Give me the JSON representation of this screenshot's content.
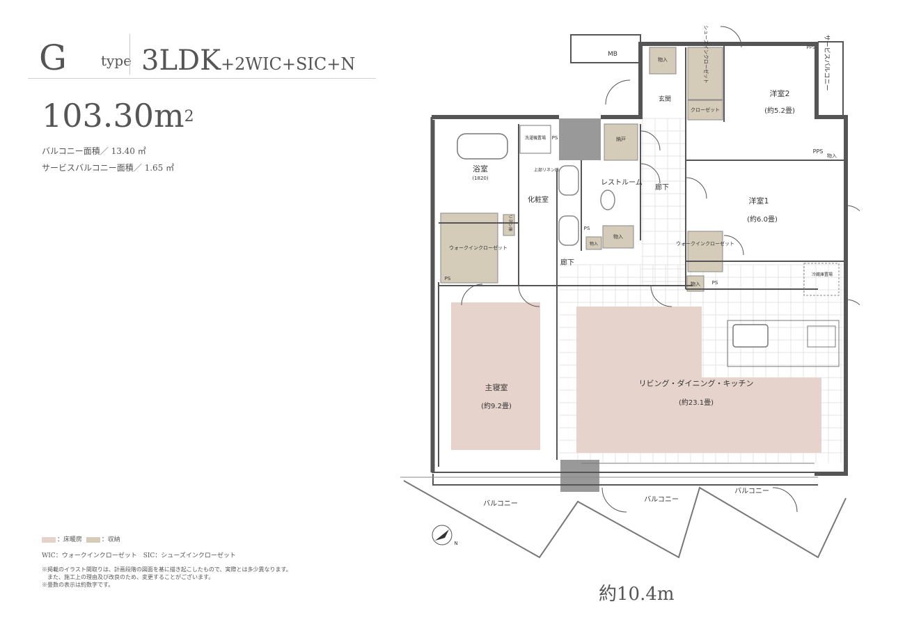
{
  "header": {
    "type_letter": "G",
    "type_word": "type",
    "layout_main": "3LDK",
    "layout_suffix": "+2WIC+SIC+N"
  },
  "area": {
    "value": "103.30",
    "unit": "m",
    "unit_sup": "2"
  },
  "sub_areas": [
    "バルコニー面積／ 13.40 ㎡",
    "サービスバルコニー面積／ 1.65 ㎡"
  ],
  "legend": {
    "floor_heating_label": "：床暖房",
    "storage_label": "：収納",
    "floor_heating_color": "#e6d3cc",
    "storage_color": "#d4cbb8"
  },
  "abbreviations": "WIC：ウォークインクローゼット　SIC：シューズインクローゼット",
  "notes": [
    "※掲載のイラスト間取りは、計画段階の図面を基に描き起こしたもので、実際とは多少異なります。",
    "　また、施工上の理由及び改良のため、変更することがございます。",
    "※畳数の表示は約数字です。"
  ],
  "dimension": "約10.4m",
  "rooms": {
    "mb": "MB",
    "pps_top": "PPS",
    "pps_mid": "PPS",
    "service_balcony": "サービスバルコニー",
    "storage_top": "物入",
    "sic": "シューズインクローゼット",
    "entrance": "玄関",
    "closet_bed2": "クローゼット",
    "bedroom2": "洋室2",
    "bedroom2_size": "(約5.2畳)",
    "storage_bed2": "物入",
    "washer": "洗濯機置場",
    "ps_bath": "PS",
    "linen_upper": "上部リネン庫",
    "bathroom": "浴室",
    "bath_size": "(1820)",
    "vanity": "化粧室",
    "storage_small": "納戸",
    "rest_room": "レストルーム",
    "hall_upper": "廊下",
    "bedroom1": "洋室1",
    "bedroom1_size": "(約6.0畳)",
    "linen": "リネン庫",
    "wic_master": "ウォークインクローゼット",
    "ps_toilet": "PS",
    "storage_hall_a": "物入",
    "storage_hall_b": "物入",
    "wic_bed1": "ウォークインクローゼット",
    "hall_lower": "廊下",
    "ps_master": "PS",
    "storage_bed1": "物入",
    "ps_bed1": "PS",
    "fridge": "冷蔵庫置場",
    "master_bedroom": "主寝室",
    "master_size": "(約9.2畳)",
    "ldk": "リビング・ダイニング・キッチン",
    "ldk_size": "(約23.1畳)",
    "balcony_left": "バルコニー",
    "balcony_mid": "バルコニー",
    "balcony_right": "バルコニー",
    "compass": "N"
  }
}
